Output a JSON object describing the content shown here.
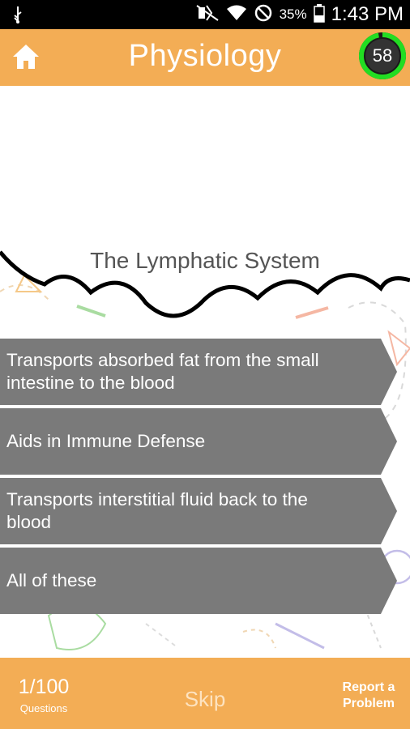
{
  "status_bar": {
    "battery": "35%",
    "time": "1:43 PM"
  },
  "header": {
    "title": "Physiology",
    "timer": "58",
    "timer_progress": 0.97
  },
  "question": {
    "text": "The Lymphatic System"
  },
  "answers": [
    {
      "text": "Transports absorbed fat from the small intestine to the blood"
    },
    {
      "text": "Aids in Immune Defense"
    },
    {
      "text": "Transports interstitial fluid back to the blood"
    },
    {
      "text": "All of these"
    }
  ],
  "footer": {
    "progress_count": "1/100",
    "progress_label": "Questions",
    "skip_label": "Skip",
    "report_label": "Report a Problem"
  },
  "colors": {
    "accent": "#f3ad55",
    "answer_bg": "#7a7a7a",
    "timer_ring": "#22dd22"
  }
}
